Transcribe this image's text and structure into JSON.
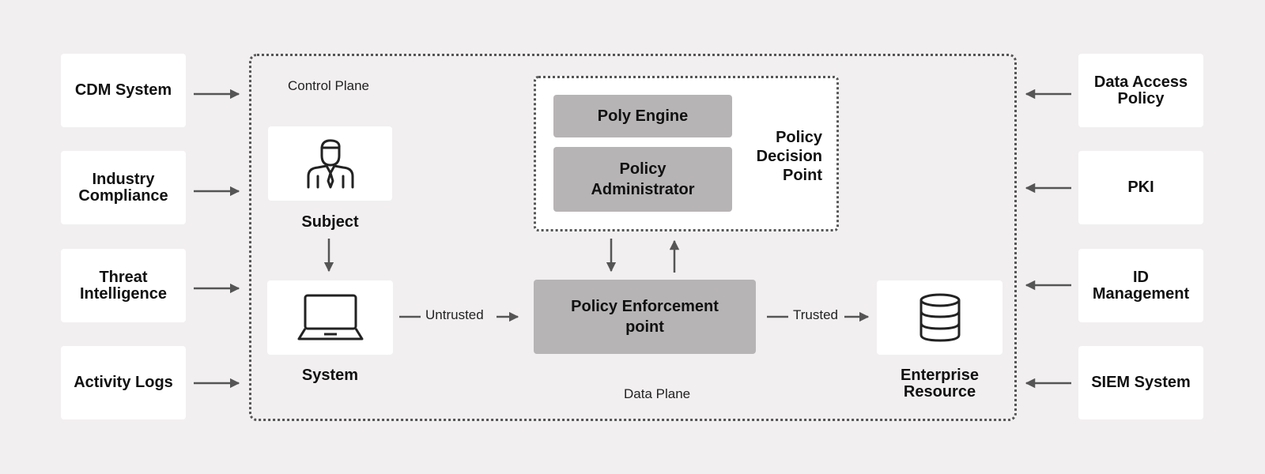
{
  "inputs_left": [
    {
      "label": "CDM System"
    },
    {
      "label": "Industry Compliance"
    },
    {
      "label": "Threat Intelligence"
    },
    {
      "label": "Activity Logs"
    }
  ],
  "inputs_right": [
    {
      "label": "Data Access Policy"
    },
    {
      "label": "PKI"
    },
    {
      "label": "ID Management"
    },
    {
      "label": "SIEM System"
    }
  ],
  "control_plane_label": "Control Plane",
  "data_plane_label": "Data Plane",
  "subject": {
    "label": "Subject",
    "icon": "person-icon"
  },
  "system": {
    "label": "System",
    "icon": "laptop-icon"
  },
  "pdp": {
    "label": "Policy Decision Point",
    "engine": "Poly Engine",
    "administrator": "Policy Administrator"
  },
  "pep": {
    "label": "Policy Enforcement point"
  },
  "resource": {
    "label": "Enterprise Resource",
    "icon": "database-icon"
  },
  "flow": {
    "untrusted": "Untrusted",
    "trusted": "Trusted"
  },
  "colors": {
    "background": "#f2eff0",
    "card": "#ffffff",
    "gray_box": "#b7b4b5",
    "arrow": "#555555"
  }
}
